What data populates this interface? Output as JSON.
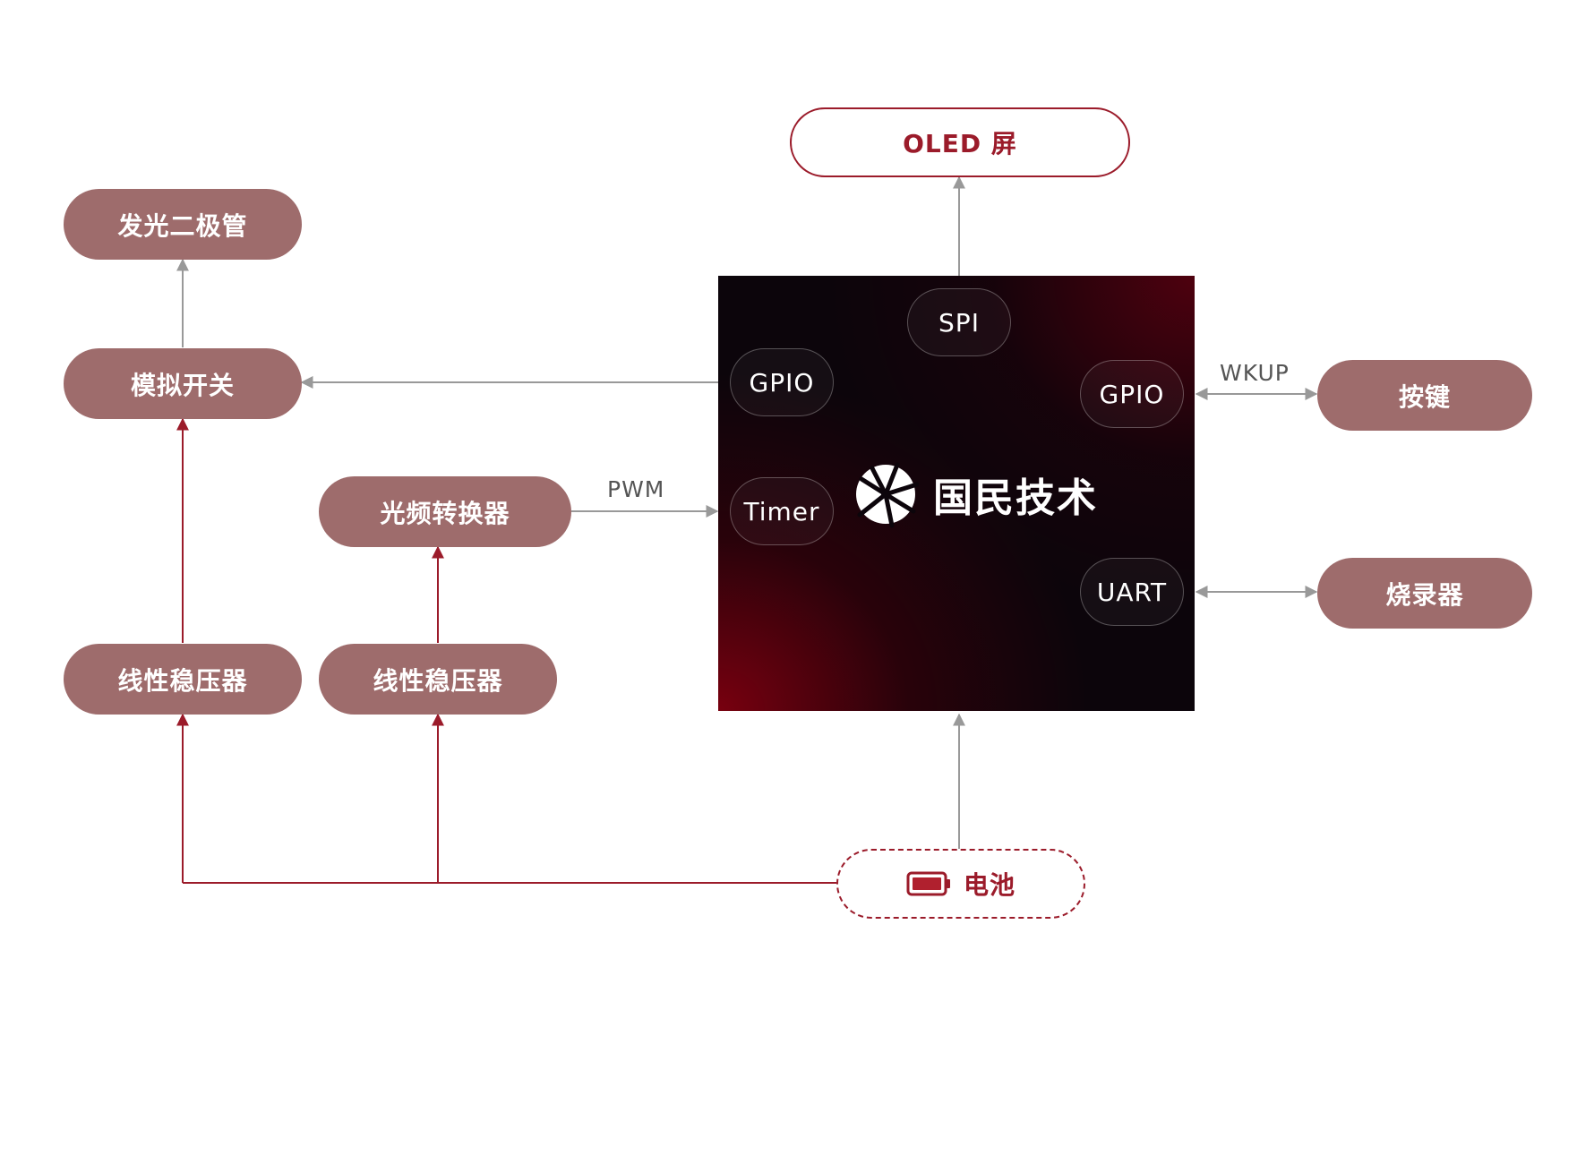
{
  "nodes": {
    "oled": "OLED 屏",
    "led": "发光二极管",
    "analog_switch": "模拟开关",
    "light_freq_converter": "光频转换器",
    "regulator_1": "线性稳压器",
    "regulator_2": "线性稳压器",
    "button": "按键",
    "programmer": "烧录器",
    "battery": "电池"
  },
  "chip": {
    "brand": "国民技术",
    "ports": {
      "spi": "SPI",
      "gpio_left": "GPIO",
      "gpio_right": "GPIO",
      "timer": "Timer",
      "uart": "UART"
    }
  },
  "edge_labels": {
    "pwm": "PWM",
    "wkup": "WKUP"
  },
  "colors": {
    "node_fill": "#9e6c6c",
    "accent_red": "#9b1b2a",
    "gray_connector": "#999999",
    "chip_dark": "#0c050b"
  },
  "icons": {
    "battery": "battery-icon",
    "brand_logo": "nations-logo-icon"
  }
}
